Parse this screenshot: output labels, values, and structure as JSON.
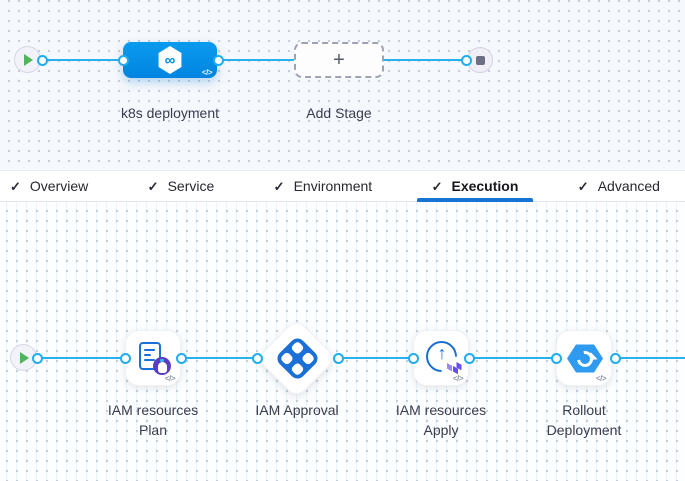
{
  "icons": {
    "check": "✓",
    "plus": "+",
    "code": "</>",
    "infinity": "∞",
    "arrow_up": "↑"
  },
  "colors": {
    "edge_cyan": "#29b0ef",
    "stage_blue": "#0092e4",
    "step_icon_blue": "#1a70d6",
    "tab_underline_blue": "#1574d4",
    "play_green": "#52b45a",
    "stop_gray": "#6e6e84",
    "terraform_purple": "#6a4df0",
    "policy_badge_purple": "#5b3cc4",
    "rollout_blue": "#2e9af0"
  },
  "stage_pipeline": {
    "stages": [
      {
        "label": "k8s deployment"
      }
    ],
    "add_stage_label": "Add Stage"
  },
  "tabs": [
    {
      "label": "Overview",
      "completed": true,
      "active": false
    },
    {
      "label": "Service",
      "completed": true,
      "active": false
    },
    {
      "label": "Environment",
      "completed": true,
      "active": false
    },
    {
      "label": "Execution",
      "completed": true,
      "active": true
    },
    {
      "label": "Advanced",
      "completed": true,
      "active": false
    }
  ],
  "execution_pipeline": {
    "steps": [
      {
        "name": "IAM resources Plan",
        "type": "terraform-plan",
        "label_line1": "IAM resources",
        "label_line2": "Plan"
      },
      {
        "name": "IAM Approval",
        "type": "approval",
        "label_line1": "IAM Approval",
        "label_line2": ""
      },
      {
        "name": "IAM resources Apply",
        "type": "terraform-apply",
        "label_line1": "IAM resources",
        "label_line2": "Apply"
      },
      {
        "name": "Rollout Deployment",
        "type": "k8s-rolling",
        "label_line1": "Rollout",
        "label_line2": "Deployment"
      }
    ]
  }
}
